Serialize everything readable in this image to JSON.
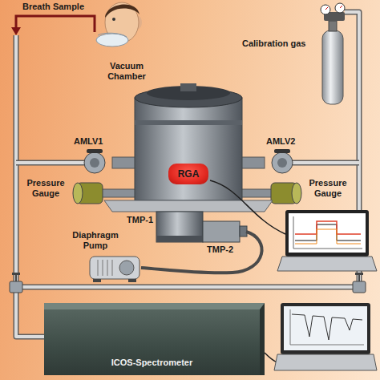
{
  "diagram": {
    "nodes": [
      {
        "text": [
          "RGA"
        ]
      },
      {
        "text": [
          "ICOS-Spectrometer"
        ]
      }
    ],
    "labels": [
      "Breath Sample",
      "Calibration gas",
      "Vacuum Chamber",
      "AMLV1",
      "AMLV2",
      "Pressure Gauge",
      "Pressure Gauge",
      "TMP-1",
      "TMP-2",
      "Diaphragm Pump"
    ]
  }
}
